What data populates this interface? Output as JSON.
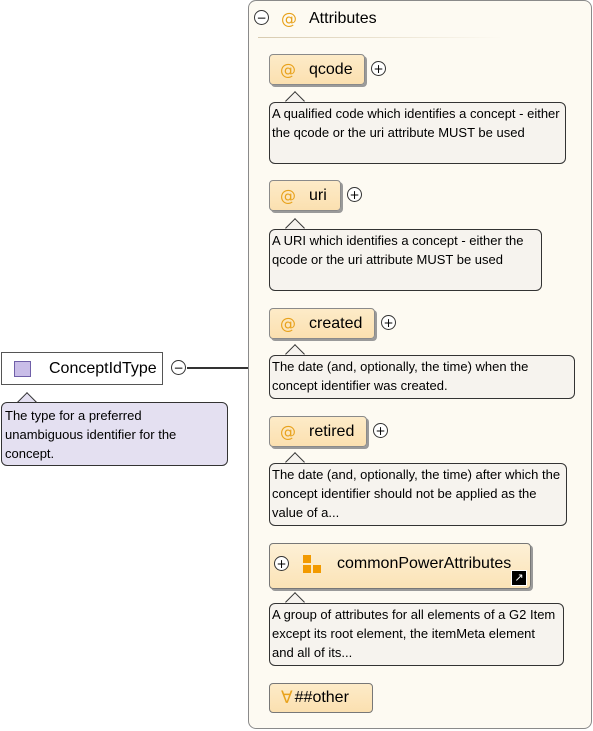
{
  "type": {
    "name": "ConceptIdType",
    "doc": "The type for a preferred unambiguous identifier for the concept."
  },
  "attributes_group": {
    "title": "Attributes",
    "at_symbol": "@",
    "collapse_symbol": "−",
    "expand_symbol": "+",
    "items": [
      {
        "name": "qcode",
        "doc": "A qualified code which identifies a concept - either the qcode or the uri attribute MUST be used"
      },
      {
        "name": "uri",
        "doc": "A URI which identifies a concept - either the qcode or the uri attribute MUST be used"
      },
      {
        "name": "created",
        "doc": "The date (and, optionally, the time) when the concept identifier was created."
      },
      {
        "name": "retired",
        "doc": "The date (and, optionally, the time) after which the concept identifier should not be applied as the value of a..."
      }
    ],
    "group_ref": {
      "name": "commonPowerAttributes",
      "doc": "A group of attributes for all elements of a G2 Item except its root element, the itemMeta element and all of its...",
      "link_glyph": "↗"
    },
    "any_attribute": {
      "symbol": "∀",
      "name": "##other"
    }
  },
  "colors": {
    "accent_at": "#e8a21c",
    "group_icon": "#f29a00",
    "type_icon": "#c9bde8",
    "type_doc_bg": "#e4e0f1",
    "panel_bg": "#fdfaf2"
  }
}
